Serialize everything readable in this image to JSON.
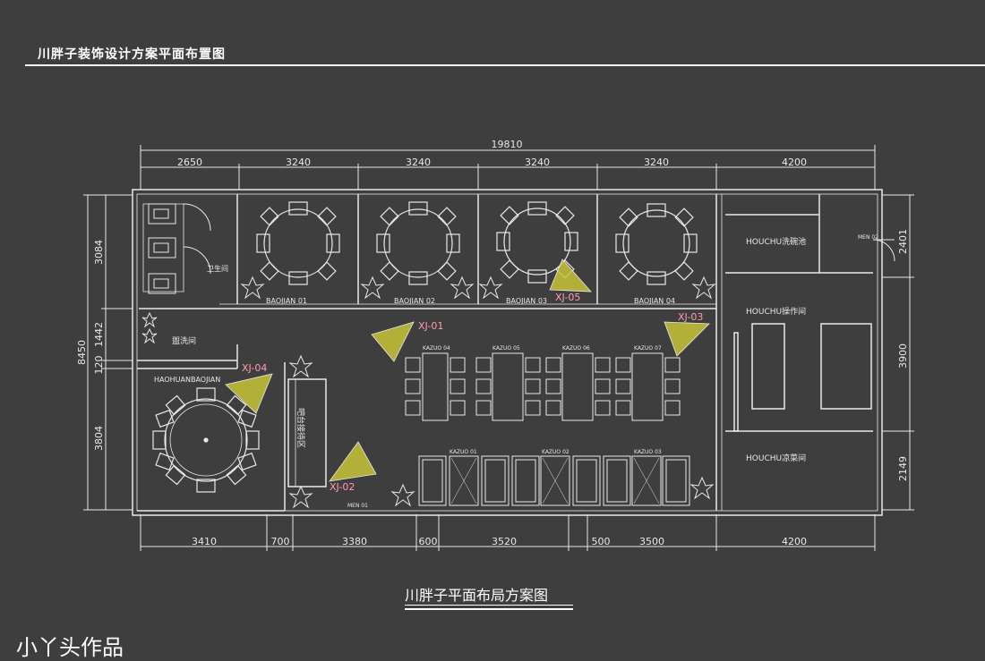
{
  "header": {
    "title": "川胖子装饰设计方案平面布置图"
  },
  "caption": "川胖子平面布局方案图",
  "author": "小丫头作品",
  "colors": {
    "background": "#3e3e3e",
    "lines": "#e8e8e8",
    "marker_fill": "#c8c43a",
    "marker_label": "#ff9db0"
  },
  "dimensions": {
    "top_total": "19810",
    "top": [
      "2650",
      "3240",
      "3240",
      "3240",
      "3240",
      "4200"
    ],
    "bottom": [
      "3410",
      "700",
      "3380",
      "600",
      "3520",
      "500",
      "3500",
      "4200"
    ],
    "left_total": "8450",
    "left": [
      "3084",
      "1442",
      "120",
      "3804"
    ],
    "right": [
      "2401",
      "3900",
      "2149"
    ]
  },
  "rooms": {
    "private_rooms": [
      "BAOJIAN 01",
      "BAOJIAN 02",
      "BAOJIAN 03",
      "BAOJIAN 04"
    ],
    "luxury_room": "HAOHUANBAOJIAN",
    "toilet": "卫生间",
    "wash_room": "盥洗间",
    "kitchen_wash": "HOUCHU洗碗池",
    "kitchen_ops": "HOUCHU操作间",
    "kitchen_cold": "HOUCHU凉菜间",
    "bar": "吧台接待区",
    "door_main": "MEN 01",
    "door_back": "MEN 02",
    "bars_top": [
      "KAZUO 04",
      "KAZUO 05",
      "KAZUO 06",
      "KAZUO 07"
    ],
    "bars_bottom": [
      "KAZUO 01",
      "KAZUO 02",
      "KAZUO 03"
    ]
  },
  "viewpoints": [
    "XJ-01",
    "XJ-02",
    "XJ-03",
    "XJ-04",
    "XJ-05"
  ]
}
